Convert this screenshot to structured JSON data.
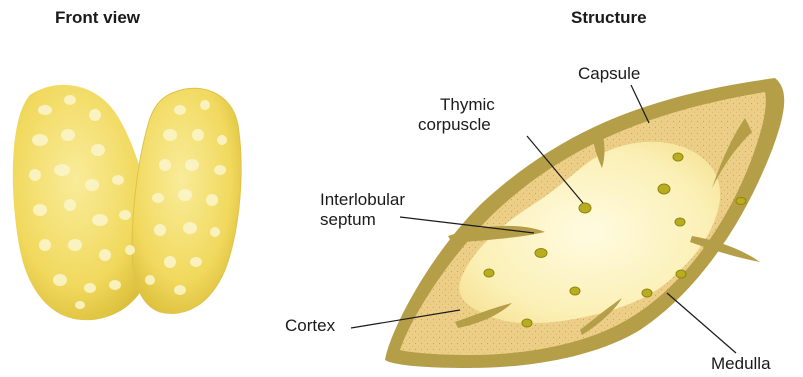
{
  "titles": {
    "front_view": "Front view",
    "structure": "Structure"
  },
  "labels": {
    "capsule": "Capsule",
    "thymic_corpuscle_line1": "Thymic",
    "thymic_corpuscle_line2": "corpuscle",
    "interlobular_septum_line1": "Interlobular",
    "interlobular_septum_line2": "septum",
    "cortex": "Cortex",
    "medulla": "Medulla"
  },
  "colors": {
    "capsule": "#b7a049",
    "cortex": "#eccf86",
    "medulla": "#fbf1b9",
    "corpuscle": "#b8ad1e",
    "lobe": "#f2dc66",
    "lobe_spot": "#fbf5c8"
  }
}
